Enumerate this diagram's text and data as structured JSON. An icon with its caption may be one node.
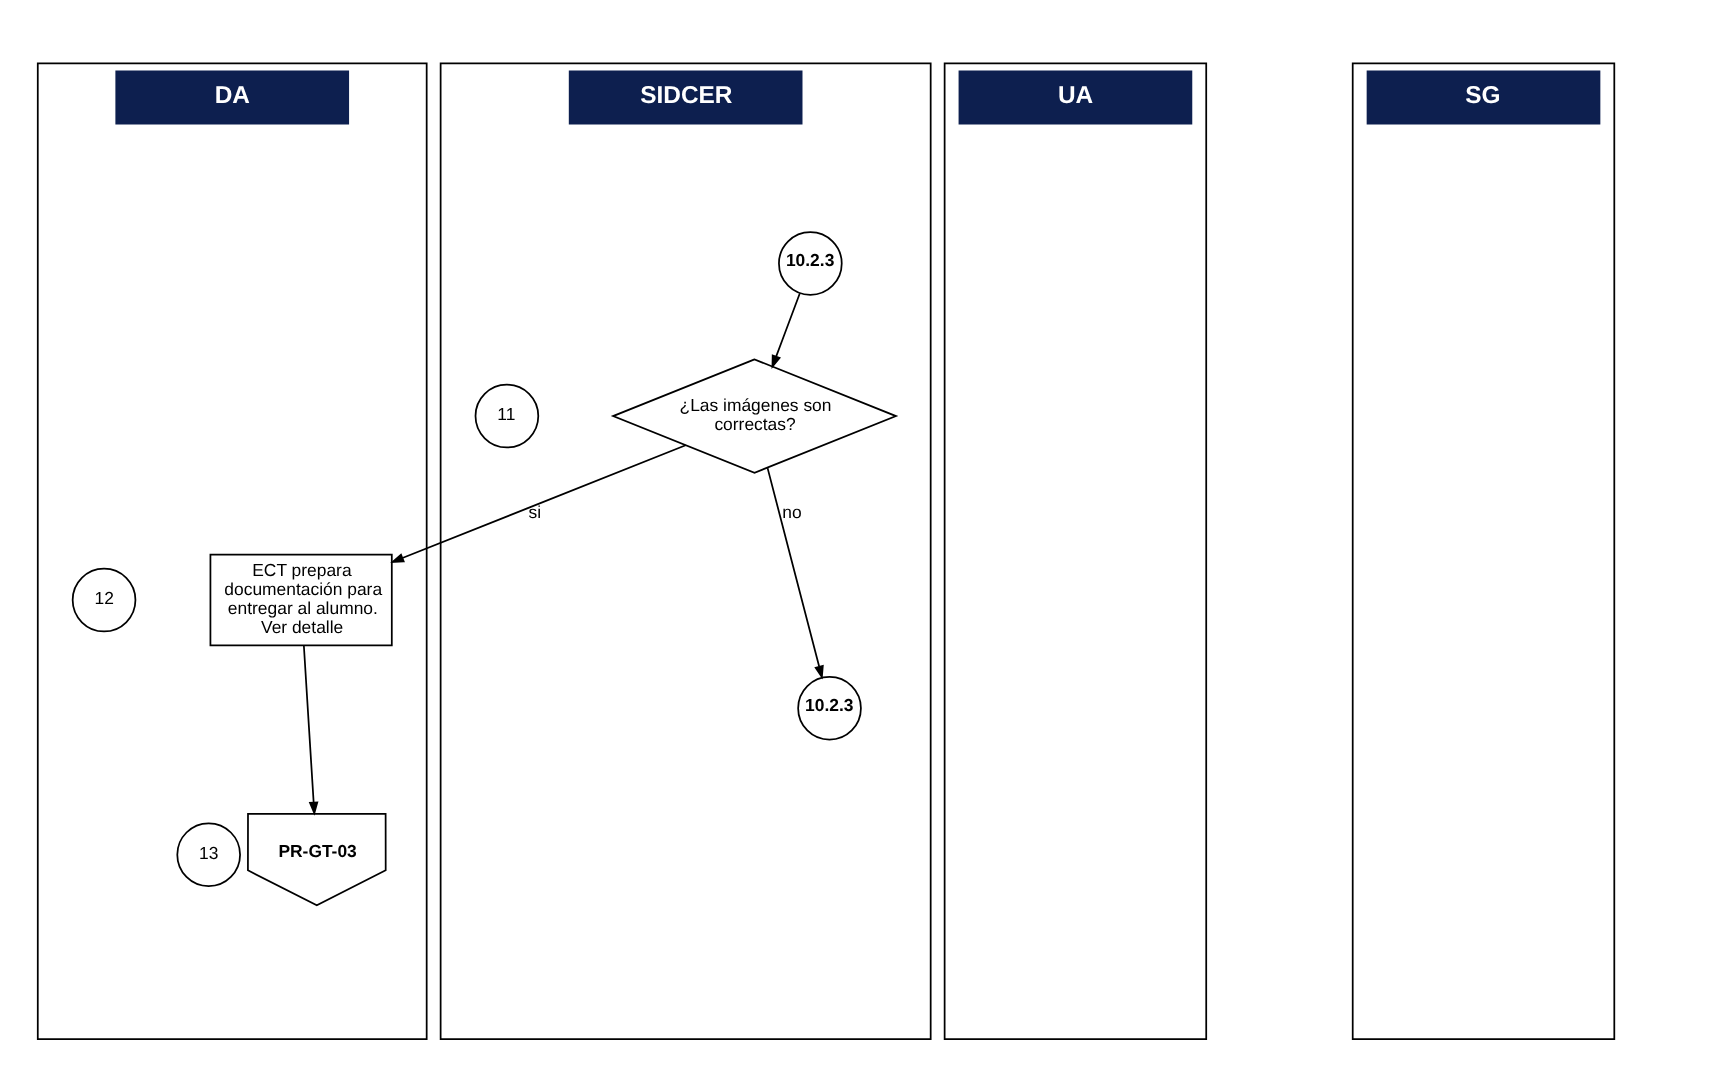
{
  "diagram": {
    "nodes": [
      {
        "text": [
          "DA"
        ]
      },
      {
        "text": [
          "UA"
        ]
      },
      {
        "text": [
          "SG"
        ]
      },
      {
        "text": [
          "SIDCER"
        ]
      },
      {
        "text": [
          "10.2.3"
        ],
        "in": 3
      },
      {
        "text": [
          "11"
        ],
        "in": 3
      },
      {
        "text": [
          "¿Las imágenes son correctas?"
        ],
        "in": 3
      },
      {
        "text": [
          "10.2.3"
        ],
        "in": 3
      },
      {
        "text": [
          "ECT prepara documentación para entregar al alumno. Ver detalle"
        ],
        "in": 0
      },
      {
        "text": [
          "12"
        ],
        "in": 0
      },
      {
        "text": [
          "PR-GT-03"
        ],
        "in": 0
      },
      {
        "text": [
          "13"
        ],
        "in": 0
      }
    ],
    "edges": [
      {
        "from": 4,
        "to": 6,
        "arrow": "to"
      },
      {
        "from": 6,
        "to": 8,
        "arrow": "to",
        "label": "si"
      },
      {
        "from": 6,
        "to": 7,
        "arrow": "to",
        "label": "no"
      },
      {
        "from": 8,
        "to": 10,
        "arrow": "to"
      }
    ]
  }
}
